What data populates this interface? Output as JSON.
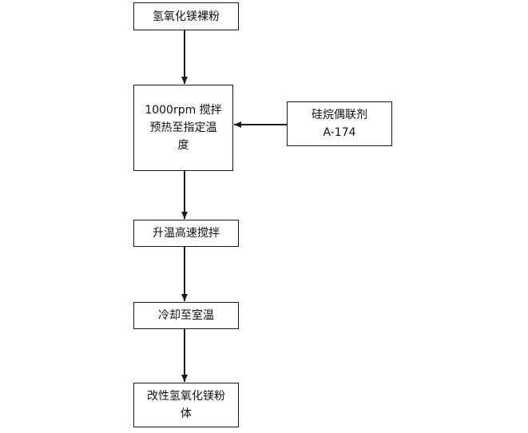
{
  "nodes": {
    "raw_powder": {
      "lines": [
        "氢氧化镁裸粉"
      ]
    },
    "preheat": {
      "lines": [
        "1000rpm 搅拌",
        "预热至指定温",
        "度"
      ]
    },
    "coupling_agent": {
      "lines": [
        "硅烷偶联剂",
        "A-174"
      ]
    },
    "high_speed_stir": {
      "lines": [
        "升温高速搅拌"
      ]
    },
    "cool_down": {
      "lines": [
        "冷却至室温"
      ]
    },
    "modified_powder": {
      "lines": [
        "改性氢氧化镁粉",
        "体"
      ]
    }
  },
  "edges": [
    {
      "from": "raw_powder",
      "to": "preheat"
    },
    {
      "from": "coupling_agent",
      "to": "preheat"
    },
    {
      "from": "preheat",
      "to": "high_speed_stir"
    },
    {
      "from": "high_speed_stir",
      "to": "cool_down"
    },
    {
      "from": "cool_down",
      "to": "modified_powder"
    }
  ],
  "colors": {
    "stroke": "#1a1a1a",
    "text": "#111111",
    "background": "#ffffff"
  }
}
